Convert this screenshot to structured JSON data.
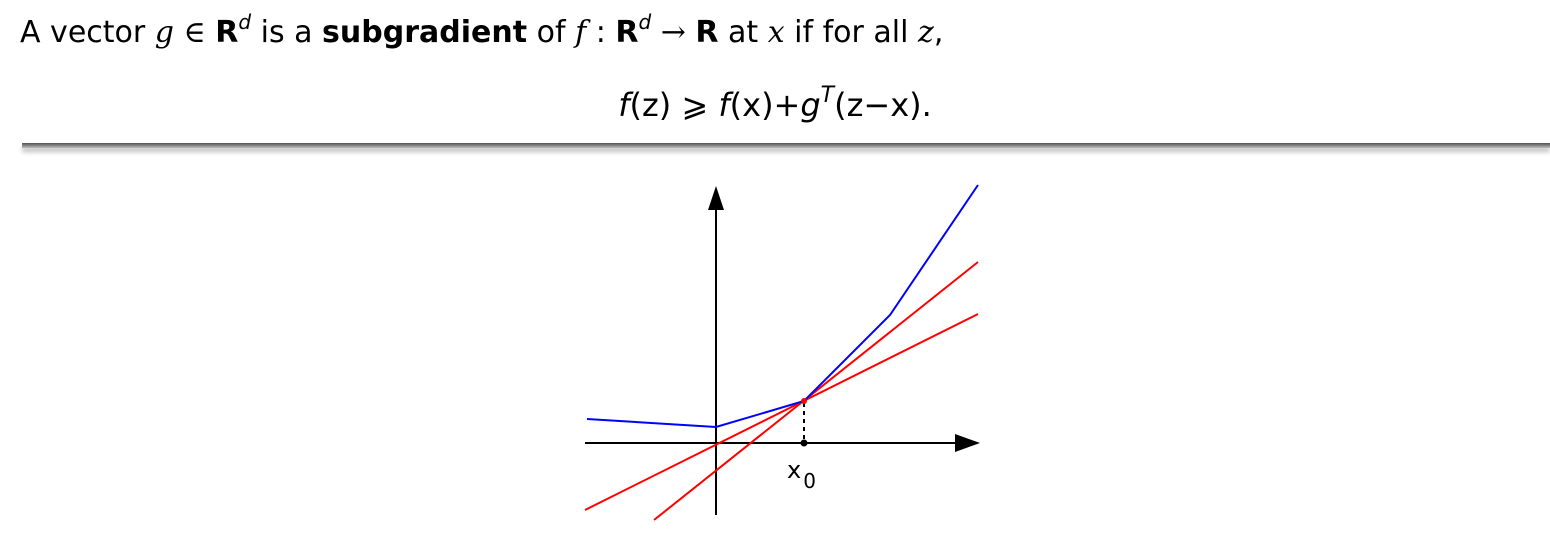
{
  "definition": {
    "t1": "A vector ",
    "g": "g",
    "in": " ∈ ",
    "R1": "R",
    "d1": "d",
    "t2": " is a ",
    "bold": "subgradient",
    "t3": " of ",
    "f": "f",
    "colon": " : ",
    "R2": "R",
    "d2": "d",
    "arrow": " → ",
    "R3": "R",
    "t4": " at ",
    "x": "x",
    "t5": " if for all ",
    "z": "z",
    "t6": ","
  },
  "inequality": {
    "lhs": "f",
    "lhs_arg": "(z)",
    "geq": " ⩾ ",
    "f2": "f",
    "f2_arg": "(x)",
    "plus": "+",
    "g": "g",
    "T": "T",
    "paren": "(z−x)",
    "period": "."
  },
  "diagram": {
    "tick_label": "x",
    "tick_label_sub": "0",
    "colors": {
      "function": "#0000ff",
      "subgradient": "#ff0000",
      "axes": "#000000"
    }
  }
}
